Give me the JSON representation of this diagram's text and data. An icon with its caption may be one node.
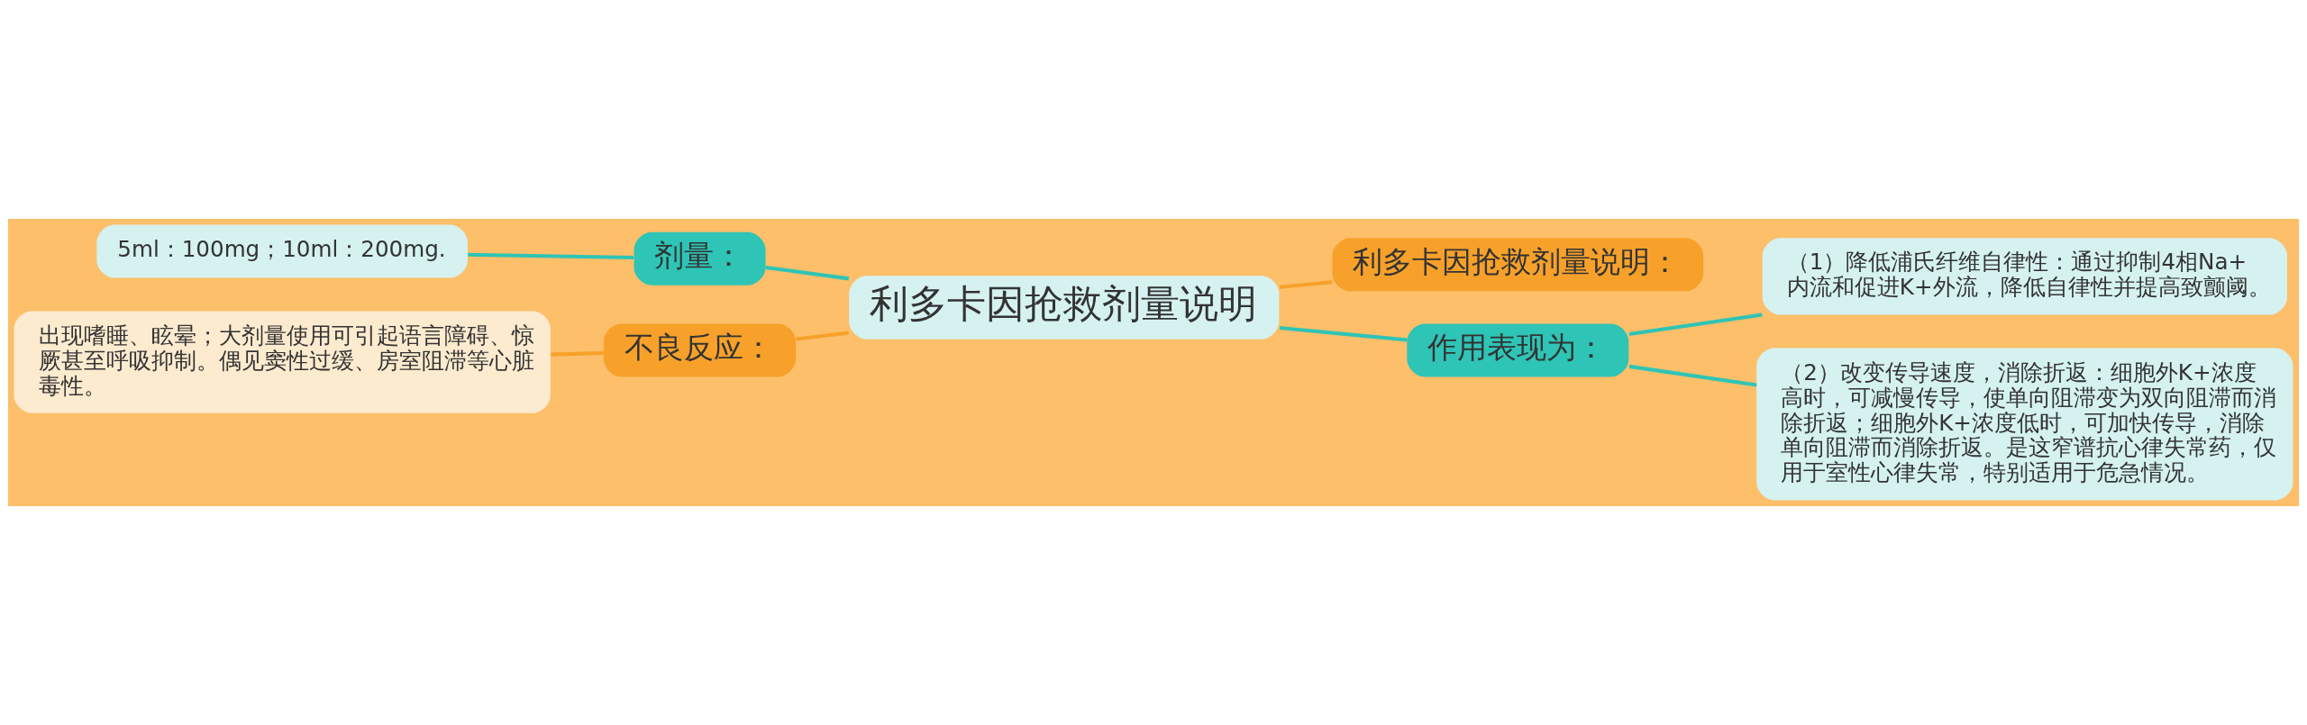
{
  "diagram": {
    "nodes": [
      {
        "text": [
          "利多卡因抢救剂量说明"
        ]
      },
      {
        "text": [
          "剂量："
        ]
      },
      {
        "text": [
          "5ml：100mg；10ml：200mg."
        ]
      },
      {
        "text": [
          "不良反应："
        ]
      },
      {
        "text": [
          "出现嗜睡、眩晕；大剂量使用可引起语言障碍、惊厥甚至呼吸抑制。偶见窦性过缓、房室阻滞等心脏毒性。"
        ]
      },
      {
        "text": [
          "利多卡因抢救剂量说明："
        ]
      },
      {
        "text": [
          "作用表现为："
        ]
      },
      {
        "text": [
          "（1）降低浦氏纤维自律性：通过抑制4相Na+内流和促进K+外流，降低自律性并提高致颤阈。"
        ]
      },
      {
        "text": [
          "（2）改变传导速度，消除折返：细胞外K+浓度高时，可减慢传导，使单向阻滞变为双向阻滞而消除折返；细胞外K+浓度低时，可加快传导，消除单向阻滞而消除折返。是这窄谱抗心律失常药，仅用于室性心律失常，特别适用于危急情况。"
        ]
      }
    ],
    "edges": [
      {
        "from": 2,
        "to": 1,
        "arrow": "none"
      },
      {
        "from": 1,
        "to": 0,
        "arrow": "none"
      },
      {
        "from": 4,
        "to": 3,
        "arrow": "none",
        "color": "#f7a12a"
      },
      {
        "from": 3,
        "to": 0,
        "arrow": "none",
        "color": "#f7a12a"
      },
      {
        "from": 0,
        "to": 5,
        "arrow": "none",
        "color": "#f7a12a"
      },
      {
        "from": 0,
        "to": 6,
        "arrow": "none"
      },
      {
        "from": 6,
        "to": 7,
        "arrow": "none"
      },
      {
        "from": 6,
        "to": 8,
        "arrow": "none"
      }
    ]
  }
}
